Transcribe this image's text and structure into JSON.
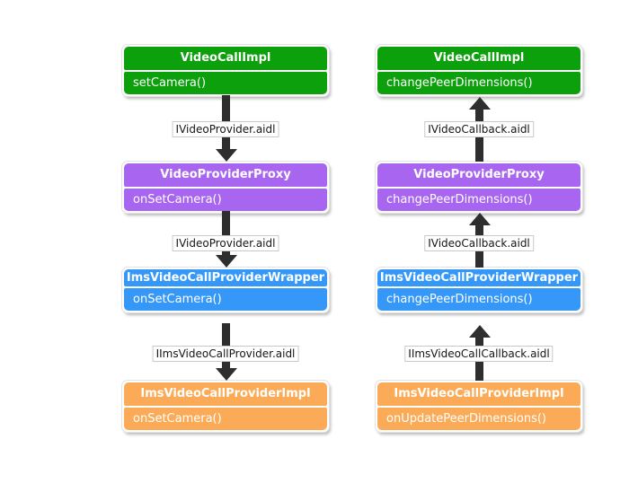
{
  "diagram": {
    "description": "Android IMS video call provider / callback flow diagram",
    "colors": {
      "impl_green": "#0ca00c",
      "proxy_purple": "#a866f0",
      "wrapper_blue": "#3598f8",
      "provider_orange": "#fbab57",
      "arrow": "#2e2e2e",
      "background": "#ffffff"
    },
    "columns": [
      {
        "id": "provider-flow",
        "arrow_direction": "down",
        "boxes": [
          {
            "title": "VideoCallImpl",
            "method": "setCamera()"
          },
          {
            "title": "VideoProviderProxy",
            "method": "onSetCamera()"
          },
          {
            "title": "ImsVideoCallProviderWrapper",
            "method": "onSetCamera()"
          },
          {
            "title": "ImsVideoCallProviderImpl",
            "method": "onSetCamera()"
          }
        ],
        "labels": [
          "IVideoProvider.aidl",
          "IVideoProvider.aidl",
          "IImsVideoCallProvider.aidl"
        ]
      },
      {
        "id": "callback-flow",
        "arrow_direction": "up",
        "boxes": [
          {
            "title": "VideoCallImpl",
            "method": "changePeerDimensions()"
          },
          {
            "title": "VideoProviderProxy",
            "method": "changePeerDimensions()"
          },
          {
            "title": "ImsVideoCallProviderWrapper",
            "method": "changePeerDimensions()"
          },
          {
            "title": "ImsVideoCallProviderImpl",
            "method": "onUpdatePeerDimensions()"
          }
        ],
        "labels": [
          "IVideoCallback.aidl",
          "IVideoCallback.aidl",
          "IImsVideoCallCallback.aidl"
        ]
      }
    ]
  }
}
